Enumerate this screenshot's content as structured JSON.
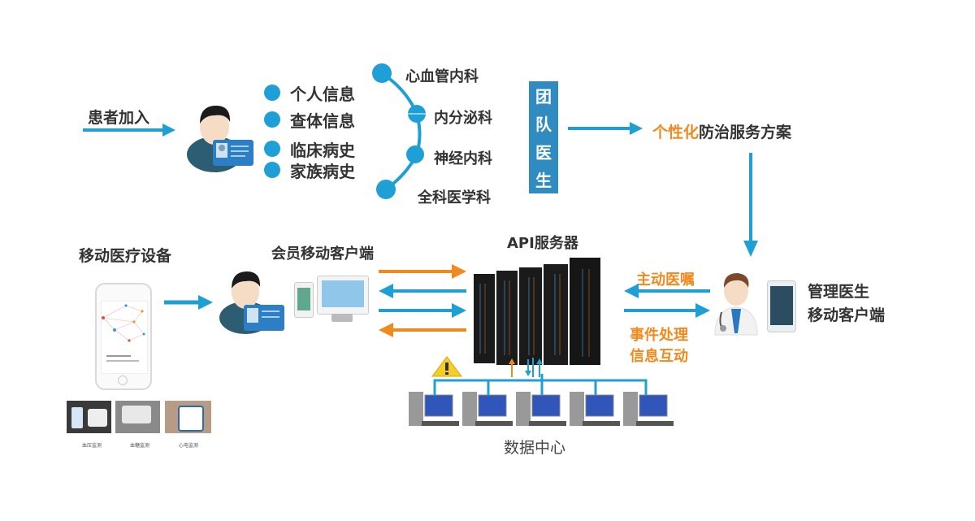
{
  "colors": {
    "primary_blue": "#1ea0d6",
    "arrow_orange": "#f08a1e",
    "team_box": "#2f8bc0",
    "text_dark": "#333333"
  },
  "top_flow": {
    "patient_join_label": "患者加入",
    "patient_info": [
      "个人信息",
      "查体信息",
      "临床病史",
      "家族病史"
    ],
    "departments": [
      "心血管内科",
      "内分泌科",
      "神经内科",
      "全科医学科"
    ],
    "team_doctor_chars": [
      "团",
      "队",
      "医",
      "生"
    ],
    "plan_label_highlight": "个性化",
    "plan_label_rest": "防治服务方案"
  },
  "bottom_flow": {
    "mobile_device_label": "移动医疗设备",
    "device_captions": [
      "血压监测",
      "血糖监测",
      "心电监测"
    ],
    "member_client_label": "会员移动客户端",
    "api_server_label": "API服务器",
    "proactive_label": "主动医嘱",
    "event_label_line1": "事件处理",
    "event_label_line2": "信息互动",
    "doctor_client_line1": "管理医生",
    "doctor_client_line2": "移动客户端",
    "data_center_label": "数据中心",
    "warning_icon": "warning-icon"
  }
}
